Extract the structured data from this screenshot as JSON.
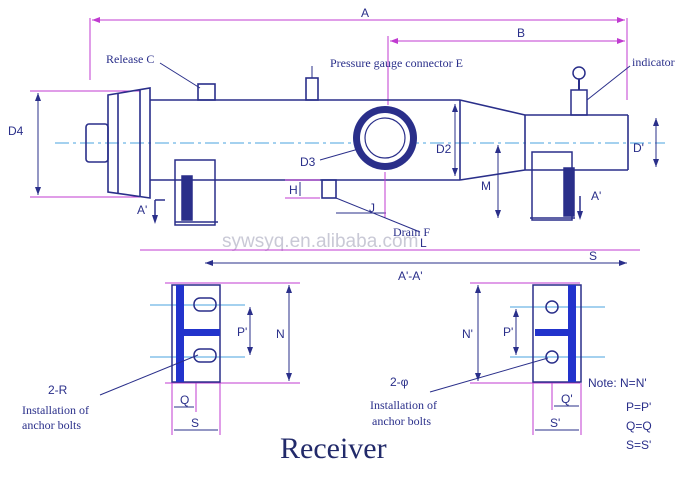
{
  "title": "Receiver",
  "watermark": "sywsyq.en.alibaba.com",
  "colors": {
    "line": "#2a2f8a",
    "dim": "#c03bd0",
    "axis": "#4aa3df",
    "fill": "#2233cc"
  },
  "labels": {
    "A": "A",
    "B": "B",
    "L": "L",
    "S": "S",
    "D4": "D4",
    "D3": "D3",
    "D2": "D2",
    "D1": "D'",
    "H": "H",
    "J": "J",
    "M": "M",
    "A_left": "A'",
    "A_right": "A'",
    "section": "A'-A'",
    "release": "Release C",
    "gauge": "Pressure gauge connector E",
    "indicator": "indicator",
    "drain": "Drain F",
    "N": "N",
    "P": "P'",
    "Q": "Q",
    "S_small": "S",
    "N2": "N'",
    "P2": "P'",
    "Q2": "Q'",
    "S2": "S'",
    "R": "2-R",
    "phi": "2-φ",
    "install_left_1": "Installation of",
    "install_left_2": "anchor bolts",
    "install_right_1": "Installation of",
    "install_right_2": "anchor bolts"
  },
  "notes": [
    "Note: N=N'",
    "P=P'",
    "Q=Q",
    "S=S'"
  ]
}
